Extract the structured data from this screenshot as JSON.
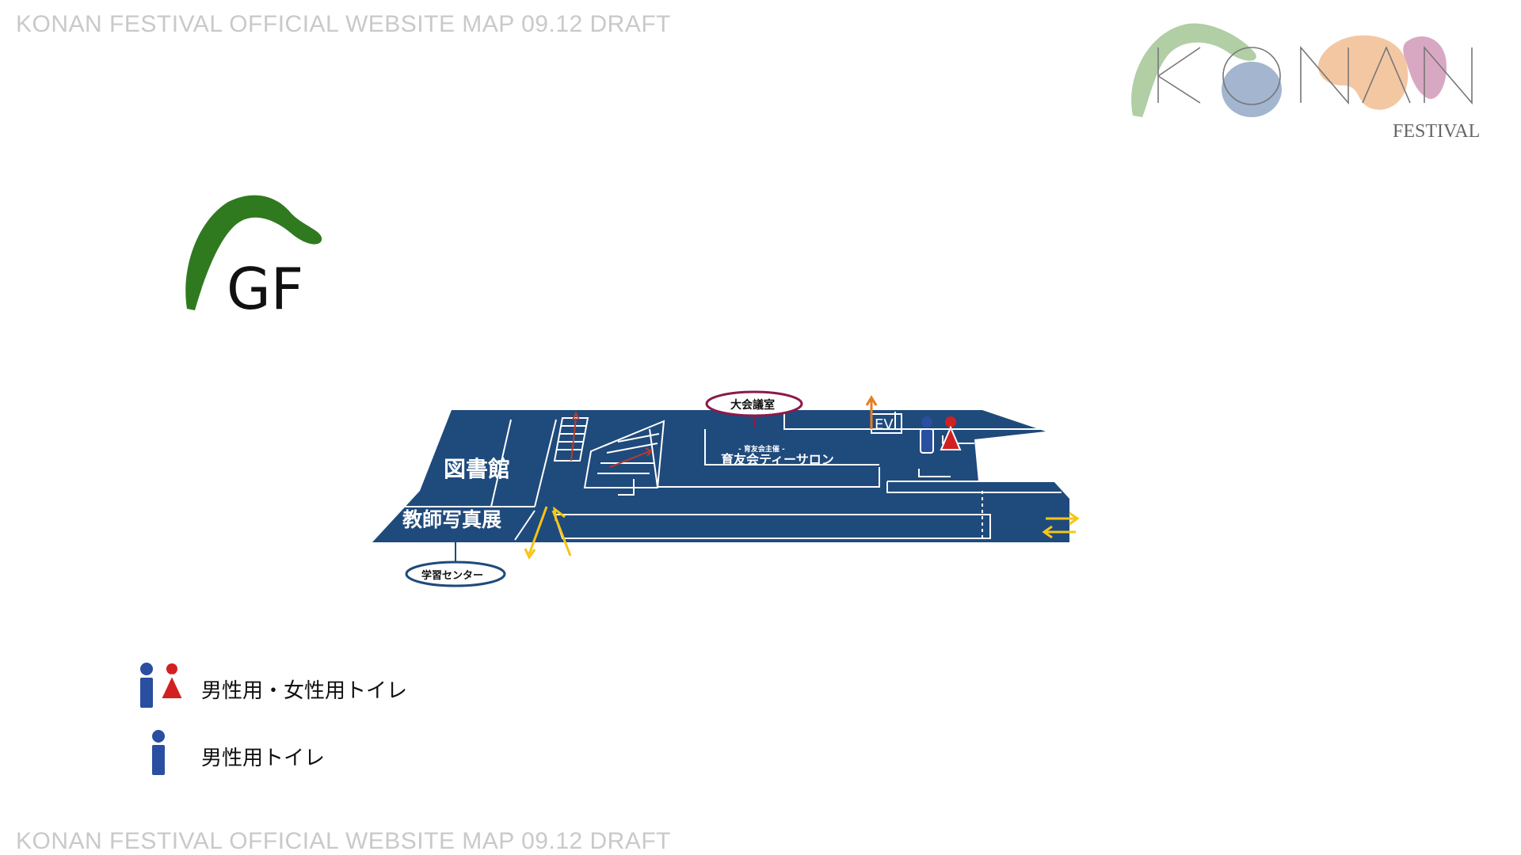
{
  "header": {
    "draft_text": "KONAN FESTIVAL OFFICIAL WEBSITE MAP 09.12 DRAFT"
  },
  "footer": {
    "draft_text": "KONAN FESTIVAL OFFICIAL WEBSITE MAP 09.12 DRAFT"
  },
  "logo": {
    "wordmark": "KONAN",
    "subtitle": "FESTIVAL"
  },
  "floor": {
    "label": "GF"
  },
  "map": {
    "rooms": {
      "library": "図書館",
      "teacher_photo": "教師写真展",
      "conference_room": "大会議室",
      "tea_salon_sub": "- 育友会主催 -",
      "tea_salon": "育友会ティーサロン",
      "learning_center": "学習センター",
      "elevator": "EV"
    }
  },
  "legend": [
    {
      "icon": "male-female-restroom-icon",
      "label": "男性用・女性用トイレ"
    },
    {
      "icon": "male-restroom-icon",
      "label": "男性用トイレ"
    }
  ],
  "colors": {
    "floor_fill": "#1f4a7c",
    "male": "#2a4ea0",
    "female": "#d22020",
    "arrow_up_down": "#f5c518",
    "arrow_stairs": "#c0392b",
    "arrow_ev": "#e67e22",
    "conference_outline": "#8a1a4a",
    "learning_outline": "#1f4a7c",
    "badge_green": "#2f7a1f",
    "logo_green": "#a9c99a",
    "logo_blue": "#a3b5cf",
    "logo_orange": "#f4c7a3",
    "logo_pink": "#d8a8c2"
  }
}
